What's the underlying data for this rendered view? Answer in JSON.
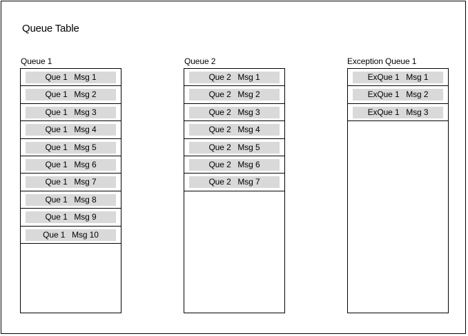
{
  "title": "Queue Table",
  "queues": [
    {
      "label": "Queue 1",
      "messages": [
        "Que 1   Msg 1",
        "Que 1   Msg 2",
        "Que 1   Msg 3",
        "Que 1   Msg 4",
        "Que 1   Msg 5",
        "Que 1   Msg 6",
        "Que 1   Msg 7",
        "Que 1   Msg 8",
        "Que 1   Msg 9",
        "Que 1   Msg 10"
      ]
    },
    {
      "label": "Queue 2",
      "messages": [
        "Que 2   Msg 1",
        "Que 2   Msg 2",
        "Que 2   Msg 3",
        "Que 2   Msg 4",
        "Que 2   Msg 5",
        "Que 2   Msg 6",
        "Que 2   Msg 7"
      ]
    },
    {
      "label": "Exception Queue 1",
      "messages": [
        "ExQue 1   Msg 1",
        "ExQue 1   Msg 2",
        "ExQue 1   Msg 3"
      ]
    }
  ]
}
